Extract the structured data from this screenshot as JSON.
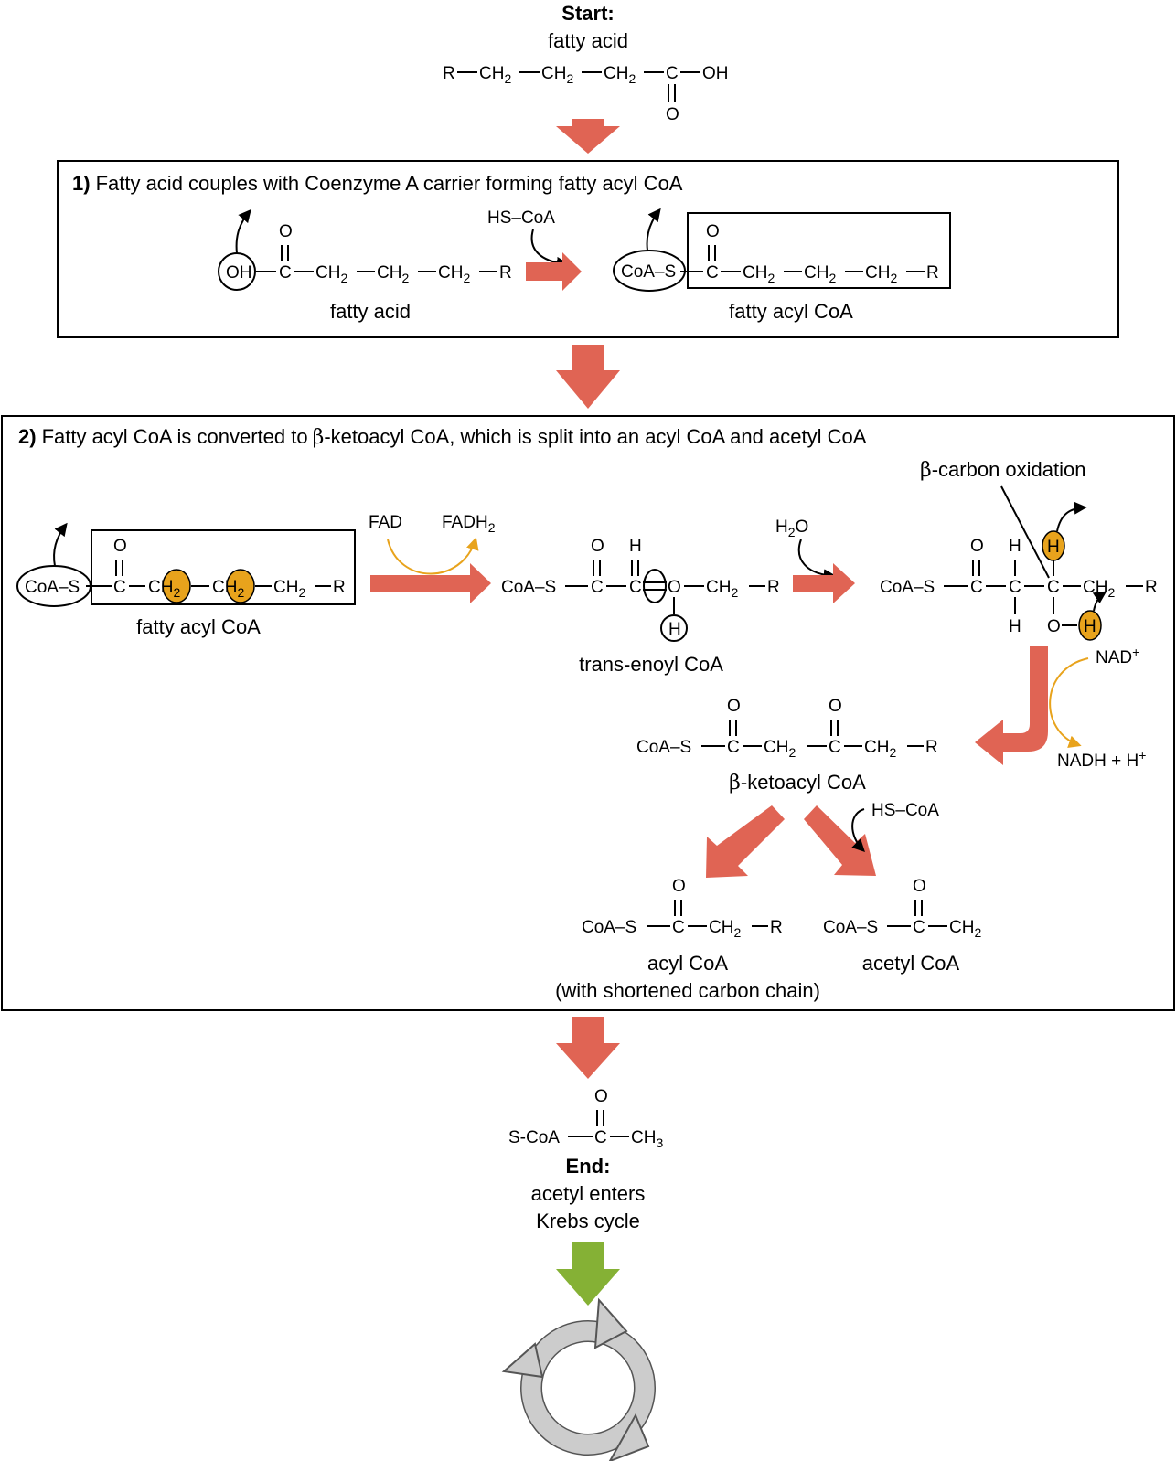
{
  "start": {
    "heading": "Start:",
    "name": "fatty acid"
  },
  "start_formula": {
    "r": "R",
    "ch2": "CH",
    "sub2": "2",
    "c": "C",
    "oh": "OH",
    "o": "O"
  },
  "step1": {
    "number": "1)",
    "title": "Fatty acid couples with Coenzyme A carrier forming fatty acyl CoA",
    "reagent": "HS–CoA",
    "left_label": "fatty acid",
    "right_label": "fatty acyl CoA",
    "oh": "OH",
    "coas": "CoA–S"
  },
  "step2": {
    "number": "2)",
    "title_a": "Fatty acyl CoA is converted to",
    "beta": "β",
    "title_b": "-ketoacyl CoA, which is split into an acyl CoA and acetyl CoA",
    "fad": "FAD",
    "fadh": "FADH",
    "water": "H",
    "water_sub": "2",
    "water_o": "O",
    "oxidation_label": "-carbon oxidation",
    "nad": "NAD",
    "plus": "+",
    "nadh": "NADH + H",
    "reagent2": "HS–CoA",
    "fatty_acyl_coa": "fatty acyl CoA",
    "trans_enoyl": "trans-enoyl CoA",
    "ketoacyl": "-ketoacyl CoA",
    "acyl_coa": "acyl CoA",
    "acyl_note": "(with shortened carbon chain)",
    "acetyl_coa": "acetyl CoA"
  },
  "end": {
    "formula_left": "S-CoA",
    "c": "C",
    "ch3": "CH",
    "sub3": "3",
    "heading": "End:",
    "line1": "acetyl enters",
    "line2": "Krebs cycle"
  },
  "atoms": {
    "c": "C",
    "o": "O",
    "h": "H",
    "s": "S",
    "r": "R",
    "ch2": "CH",
    "sub2": "2",
    "coas": "CoA–S"
  },
  "colors": {
    "arrow_red": "#e06454",
    "arrow_green": "#85b135",
    "highlight": "#e8a31c",
    "cycle_gray": "#cccccc"
  }
}
